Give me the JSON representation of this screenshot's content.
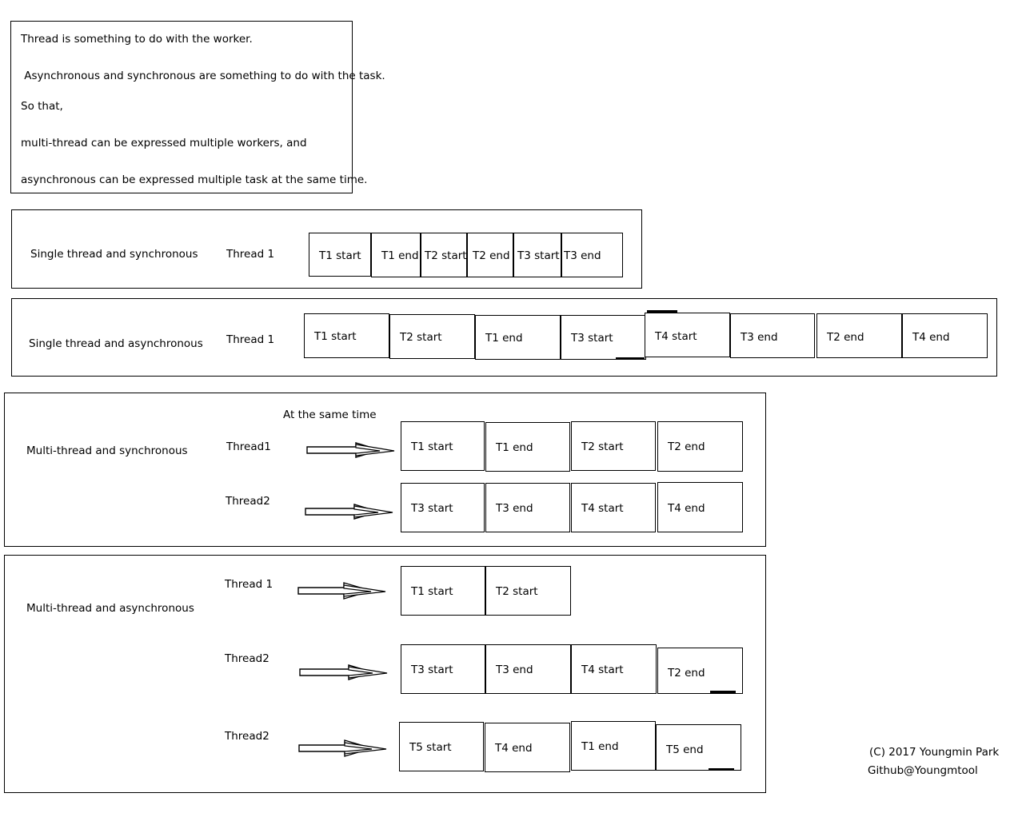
{
  "note": {
    "lines": [
      "Thread is something to do with the worker.",
      " Asynchronous and synchronous are something to do with the task.",
      "So that,",
      "multi-thread can be expressed multiple workers, and",
      "asynchronous can be expressed multiple task at the same time."
    ]
  },
  "sections": [
    {
      "id": "single-thread-synchronous",
      "label": "Single thread and synchronous",
      "rows": [
        {
          "thread_label": "Thread 1",
          "has_arrow": false,
          "boxes": [
            "T1 start",
            "T1 end",
            "T2 start",
            "T2 end",
            "T3 start",
            "T3 end"
          ]
        }
      ]
    },
    {
      "id": "single-thread-asynchronous",
      "label": "Single thread and asynchronous",
      "rows": [
        {
          "thread_label": "Thread 1",
          "has_arrow": false,
          "boxes": [
            "T1 start",
            "T2 start",
            "T1 end",
            "T3 start",
            "T4 start",
            "T3 end",
            "T2 end",
            "T4 end"
          ]
        }
      ]
    },
    {
      "id": "multi-thread-synchronous",
      "label": "Multi-thread and synchronous",
      "caption": "At the same time",
      "rows": [
        {
          "thread_label": "Thread1",
          "has_arrow": true,
          "boxes": [
            "T1 start",
            "T1 end",
            "T2 start",
            "T2 end"
          ]
        },
        {
          "thread_label": "Thread2",
          "has_arrow": true,
          "boxes": [
            "T3 start",
            "T3 end",
            "T4 start",
            "T4 end"
          ]
        }
      ]
    },
    {
      "id": "multi-thread-asynchronous",
      "label": "Multi-thread and asynchronous",
      "rows": [
        {
          "thread_label": "Thread 1",
          "has_arrow": true,
          "boxes": [
            "T1 start",
            "T2 start"
          ]
        },
        {
          "thread_label": "Thread2",
          "has_arrow": true,
          "boxes": [
            "T3 start",
            "T3 end",
            "T4 start",
            "T2 end"
          ]
        },
        {
          "thread_label": "Thread2",
          "has_arrow": true,
          "boxes": [
            "T5 start",
            "T4 end",
            "T1 end",
            "T5 end"
          ]
        }
      ]
    }
  ],
  "credit": {
    "line1": "(C) 2017 Youngmin Park",
    "line2": "Github@Youngmtool"
  },
  "colors": {
    "stroke": "#000000",
    "background": "#ffffff",
    "text": "#000000"
  }
}
